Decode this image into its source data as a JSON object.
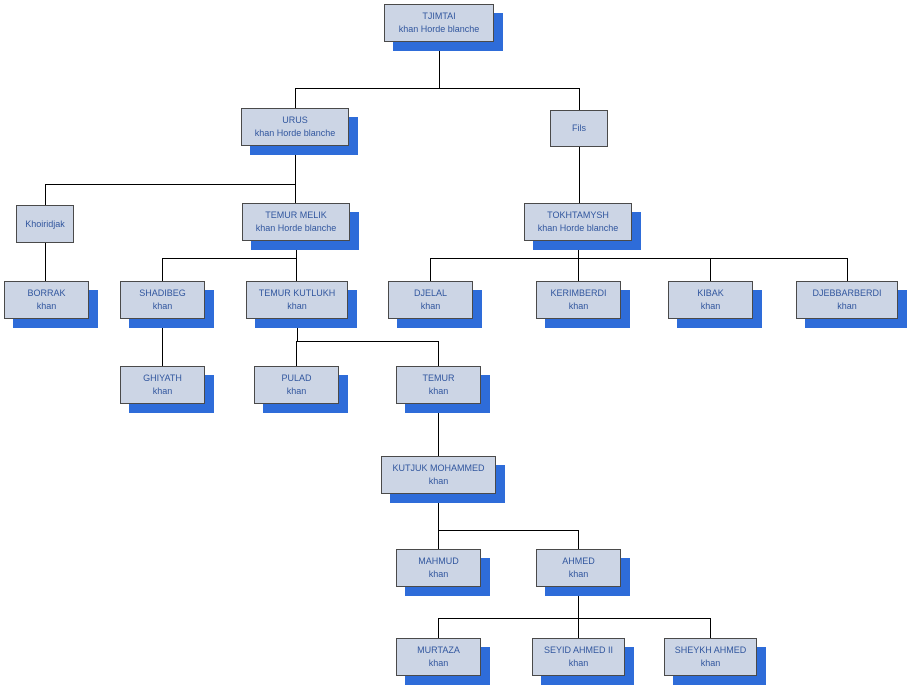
{
  "colors": {
    "background": "#ffffff",
    "box_fill": "#ccd5e5",
    "box_border": "#4a4a4a",
    "text": "#31569e",
    "shadow": "#2e6cd9",
    "line": "#000000"
  },
  "nodes": {
    "tjimtai": {
      "name": "TJIMTAI",
      "sub": "khan Horde blanche"
    },
    "urus": {
      "name": "URUS",
      "sub": "khan Horde blanche"
    },
    "fils": {
      "name": "Fils"
    },
    "khoiridjak": {
      "name": "Khoiridjak"
    },
    "temur_melik": {
      "name": "TEMUR MELIK",
      "sub": "khan Horde blanche"
    },
    "tokhtamysh": {
      "name": "TOKHTAMYSH",
      "sub": "khan Horde blanche"
    },
    "borrak": {
      "name": "BORRAK",
      "sub": "khan"
    },
    "shadibeg": {
      "name": "SHADIBEG",
      "sub": "khan"
    },
    "temur_kutlukh": {
      "name": "TEMUR KUTLUKH",
      "sub": "khan"
    },
    "djelal": {
      "name": "DJELAL",
      "sub": "khan"
    },
    "kerimberdi": {
      "name": "KERIMBERDI",
      "sub": "khan"
    },
    "kibak": {
      "name": "KIBAK",
      "sub": "khan"
    },
    "djebbarberdi": {
      "name": "DJEBBARBERDI",
      "sub": "khan"
    },
    "ghiyath": {
      "name": "GHIYATH",
      "sub": "khan"
    },
    "pulad": {
      "name": "PULAD",
      "sub": "khan"
    },
    "temur": {
      "name": "TEMUR",
      "sub": "khan"
    },
    "kutjuk_mohammed": {
      "name": "KUTJUK MOHAMMED",
      "sub": "khan"
    },
    "mahmud": {
      "name": "MAHMUD",
      "sub": "khan"
    },
    "ahmed": {
      "name": "AHMED",
      "sub": "khan"
    },
    "murtaza": {
      "name": "MURTAZA",
      "sub": "khan"
    },
    "seyid_ahmed_ii": {
      "name": "SEYID AHMED II",
      "sub": "khan"
    },
    "sheykh_ahmed": {
      "name": "SHEYKH AHMED",
      "sub": "khan"
    }
  },
  "edges": [
    [
      "tjimtai",
      "urus"
    ],
    [
      "tjimtai",
      "fils"
    ],
    [
      "urus",
      "khoiridjak"
    ],
    [
      "urus",
      "temur_melik"
    ],
    [
      "fils",
      "tokhtamysh"
    ],
    [
      "khoiridjak",
      "borrak"
    ],
    [
      "temur_melik",
      "shadibeg"
    ],
    [
      "temur_melik",
      "temur_kutlukh"
    ],
    [
      "tokhtamysh",
      "djelal"
    ],
    [
      "tokhtamysh",
      "kerimberdi"
    ],
    [
      "tokhtamysh",
      "kibak"
    ],
    [
      "tokhtamysh",
      "djebbarberdi"
    ],
    [
      "shadibeg",
      "ghiyath"
    ],
    [
      "temur_kutlukh",
      "pulad"
    ],
    [
      "temur_kutlukh",
      "temur"
    ],
    [
      "temur",
      "kutjuk_mohammed"
    ],
    [
      "kutjuk_mohammed",
      "mahmud"
    ],
    [
      "kutjuk_mohammed",
      "ahmed"
    ],
    [
      "ahmed",
      "murtaza"
    ],
    [
      "ahmed",
      "seyid_ahmed_ii"
    ],
    [
      "ahmed",
      "sheykh_ahmed"
    ]
  ]
}
